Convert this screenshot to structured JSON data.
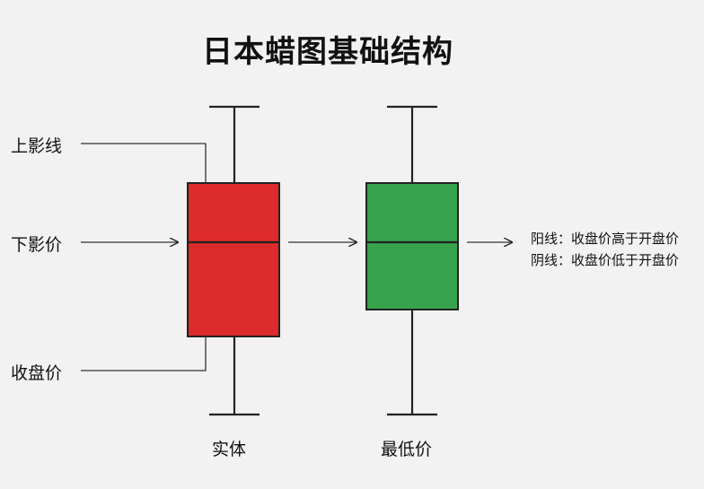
{
  "title": "日本蜡图基础结构",
  "labels": {
    "upper_shadow": "上影线",
    "lower_shadow_price": "下影价",
    "close_price": "收盘价",
    "body": "实体",
    "low_price": "最低价"
  },
  "notes": {
    "bullish": "阳线：收盘价高于开盘价",
    "bearish": "阴线：收盘价低于开盘价"
  },
  "colors": {
    "background": "#f2f2f2",
    "red_candle": "#dd2a2a",
    "green_candle": "#38a34d",
    "line": "#222222"
  }
}
